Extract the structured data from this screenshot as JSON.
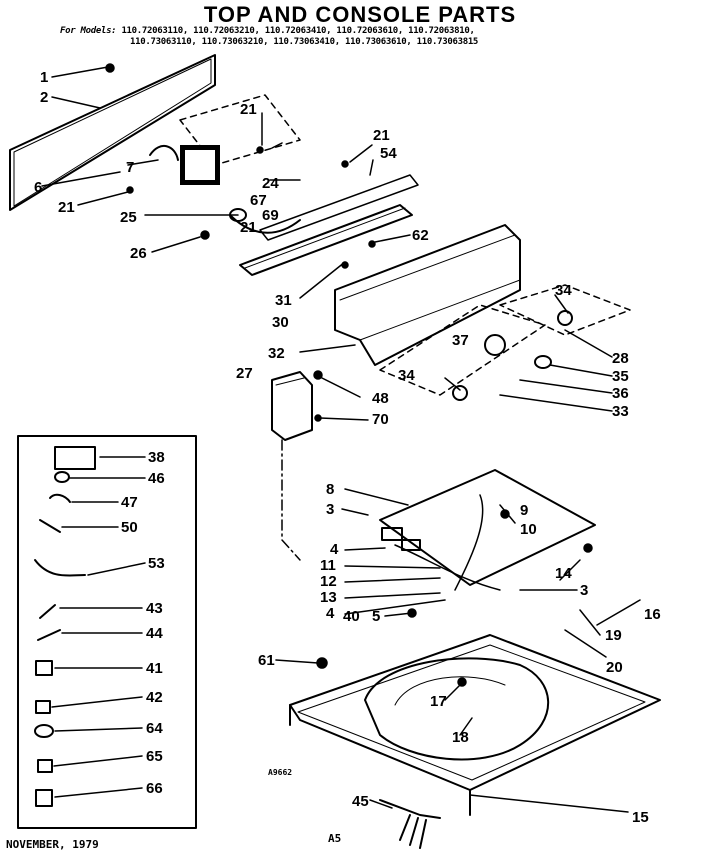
{
  "title": "TOP AND CONSOLE PARTS",
  "models": {
    "label": "For Models:",
    "line1": "110.72063110, 110.72063210, 110.72063410, 110.72063610, 110.72063810,",
    "line2": "110.73063110, 110.73063210, 110.73063410, 110.73063610, 110.73063815"
  },
  "callouts": [
    "1",
    "2",
    "21",
    "7",
    "6",
    "21",
    "25",
    "26",
    "21",
    "24",
    "67",
    "69",
    "21",
    "54",
    "62",
    "31",
    "30",
    "34",
    "28",
    "35",
    "36",
    "33",
    "32",
    "37",
    "34",
    "27",
    "48",
    "70",
    "8",
    "3",
    "4",
    "11",
    "12",
    "13",
    "4",
    "40",
    "5",
    "9",
    "10",
    "14",
    "3",
    "16",
    "19",
    "20",
    "61",
    "17",
    "18",
    "15",
    "45",
    "38",
    "46",
    "47",
    "50",
    "53",
    "43",
    "44",
    "41",
    "42",
    "64",
    "65",
    "66"
  ],
  "footer": {
    "date": "NOVEMBER, 1979",
    "code": "A5",
    "stamp": "A9662"
  },
  "colors": {
    "ink": "#000000",
    "paper": "#ffffff"
  }
}
